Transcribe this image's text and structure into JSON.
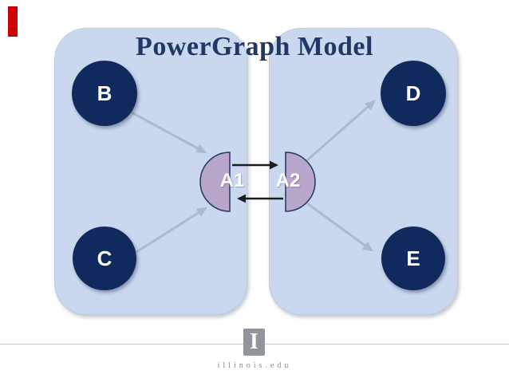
{
  "slide": {
    "title": "PowerGraph Model"
  },
  "nodes": {
    "b": {
      "label": "B"
    },
    "c": {
      "label": "C"
    },
    "d": {
      "label": "D"
    },
    "e": {
      "label": "E"
    }
  },
  "mirrors": {
    "a1": {
      "label": "A1"
    },
    "a2": {
      "label": "A2"
    }
  },
  "edges": [
    {
      "from": "B",
      "to": "A1"
    },
    {
      "from": "C",
      "to": "A1"
    },
    {
      "from": "A1",
      "to": "A2"
    },
    {
      "from": "A2",
      "to": "A1"
    },
    {
      "from": "A2",
      "to": "D"
    },
    {
      "from": "A2",
      "to": "E"
    }
  ],
  "footer": {
    "logo_letter": "I",
    "domain": "illinois.edu"
  },
  "colors": {
    "panel_fill": "#c9d8ef",
    "node_fill": "#112a5e",
    "mirror_fill": "#b8a7cb",
    "mirror_border": "#203864",
    "title_text": "#1f3864",
    "partition_edge": "#a6bad4",
    "mirror_edge": "#1c1c1c",
    "accent_bar": "#cc0000",
    "logo_gray": "#8f949d"
  }
}
